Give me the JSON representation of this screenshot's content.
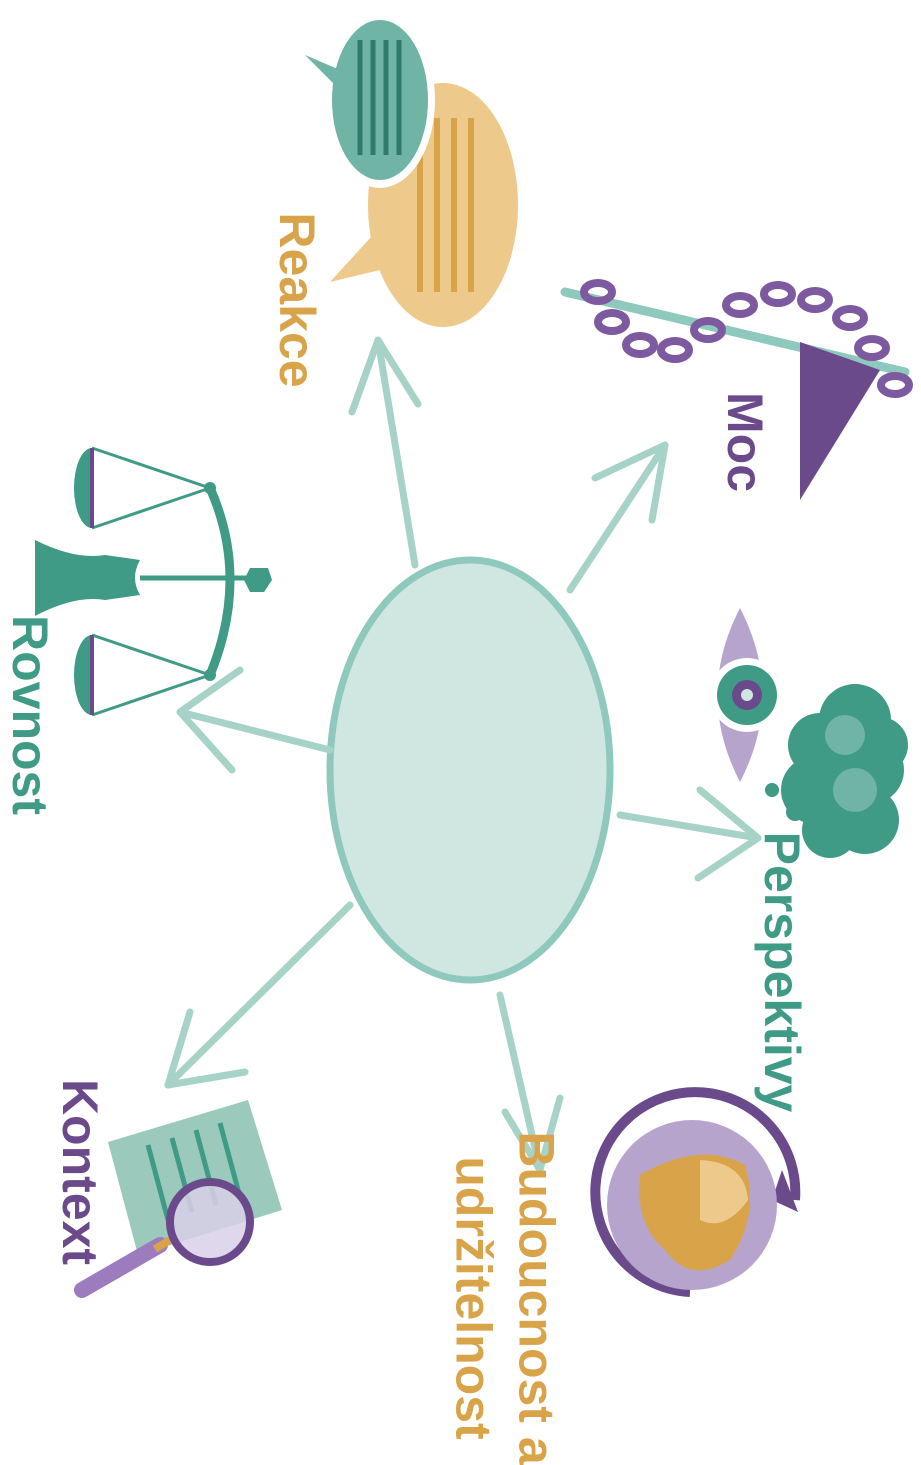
{
  "colors": {
    "teal": "#3f9a86",
    "teal_light": "#8fc9bd",
    "teal_pale": "#d0e6e1",
    "purple": "#6b4a8c",
    "purple_light": "#b7a4cd",
    "gold": "#d9a34a",
    "gold_light": "#edc98b"
  },
  "labels": {
    "reakce": "Reakce",
    "moc": "Moc",
    "rovnost": "Rovnost",
    "perspektivy": "Perspektivy",
    "kontext": "Kontext",
    "budoucnost_line1": "Budoucnost a",
    "budoucnost_line2": "udržitelnost"
  },
  "icons": {
    "reakce": "speech-bubbles-icon",
    "moc": "chain-lever-icon",
    "rovnost": "balance-scale-icon",
    "perspektivy": "eye-thought-cloud-icon",
    "kontext": "document-magnifier-icon",
    "budoucnost": "globe-cycle-icon"
  }
}
